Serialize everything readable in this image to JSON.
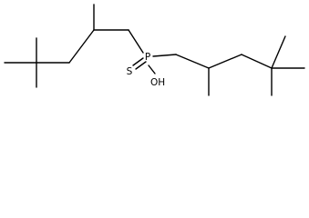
{
  "molecule": {
    "atoms": {
      "phosphorus": "P",
      "sulfur": "S",
      "hydroxyl": "OH"
    },
    "colors": {
      "bond": "#000000",
      "label": "#000000",
      "background": "#ffffff"
    }
  }
}
